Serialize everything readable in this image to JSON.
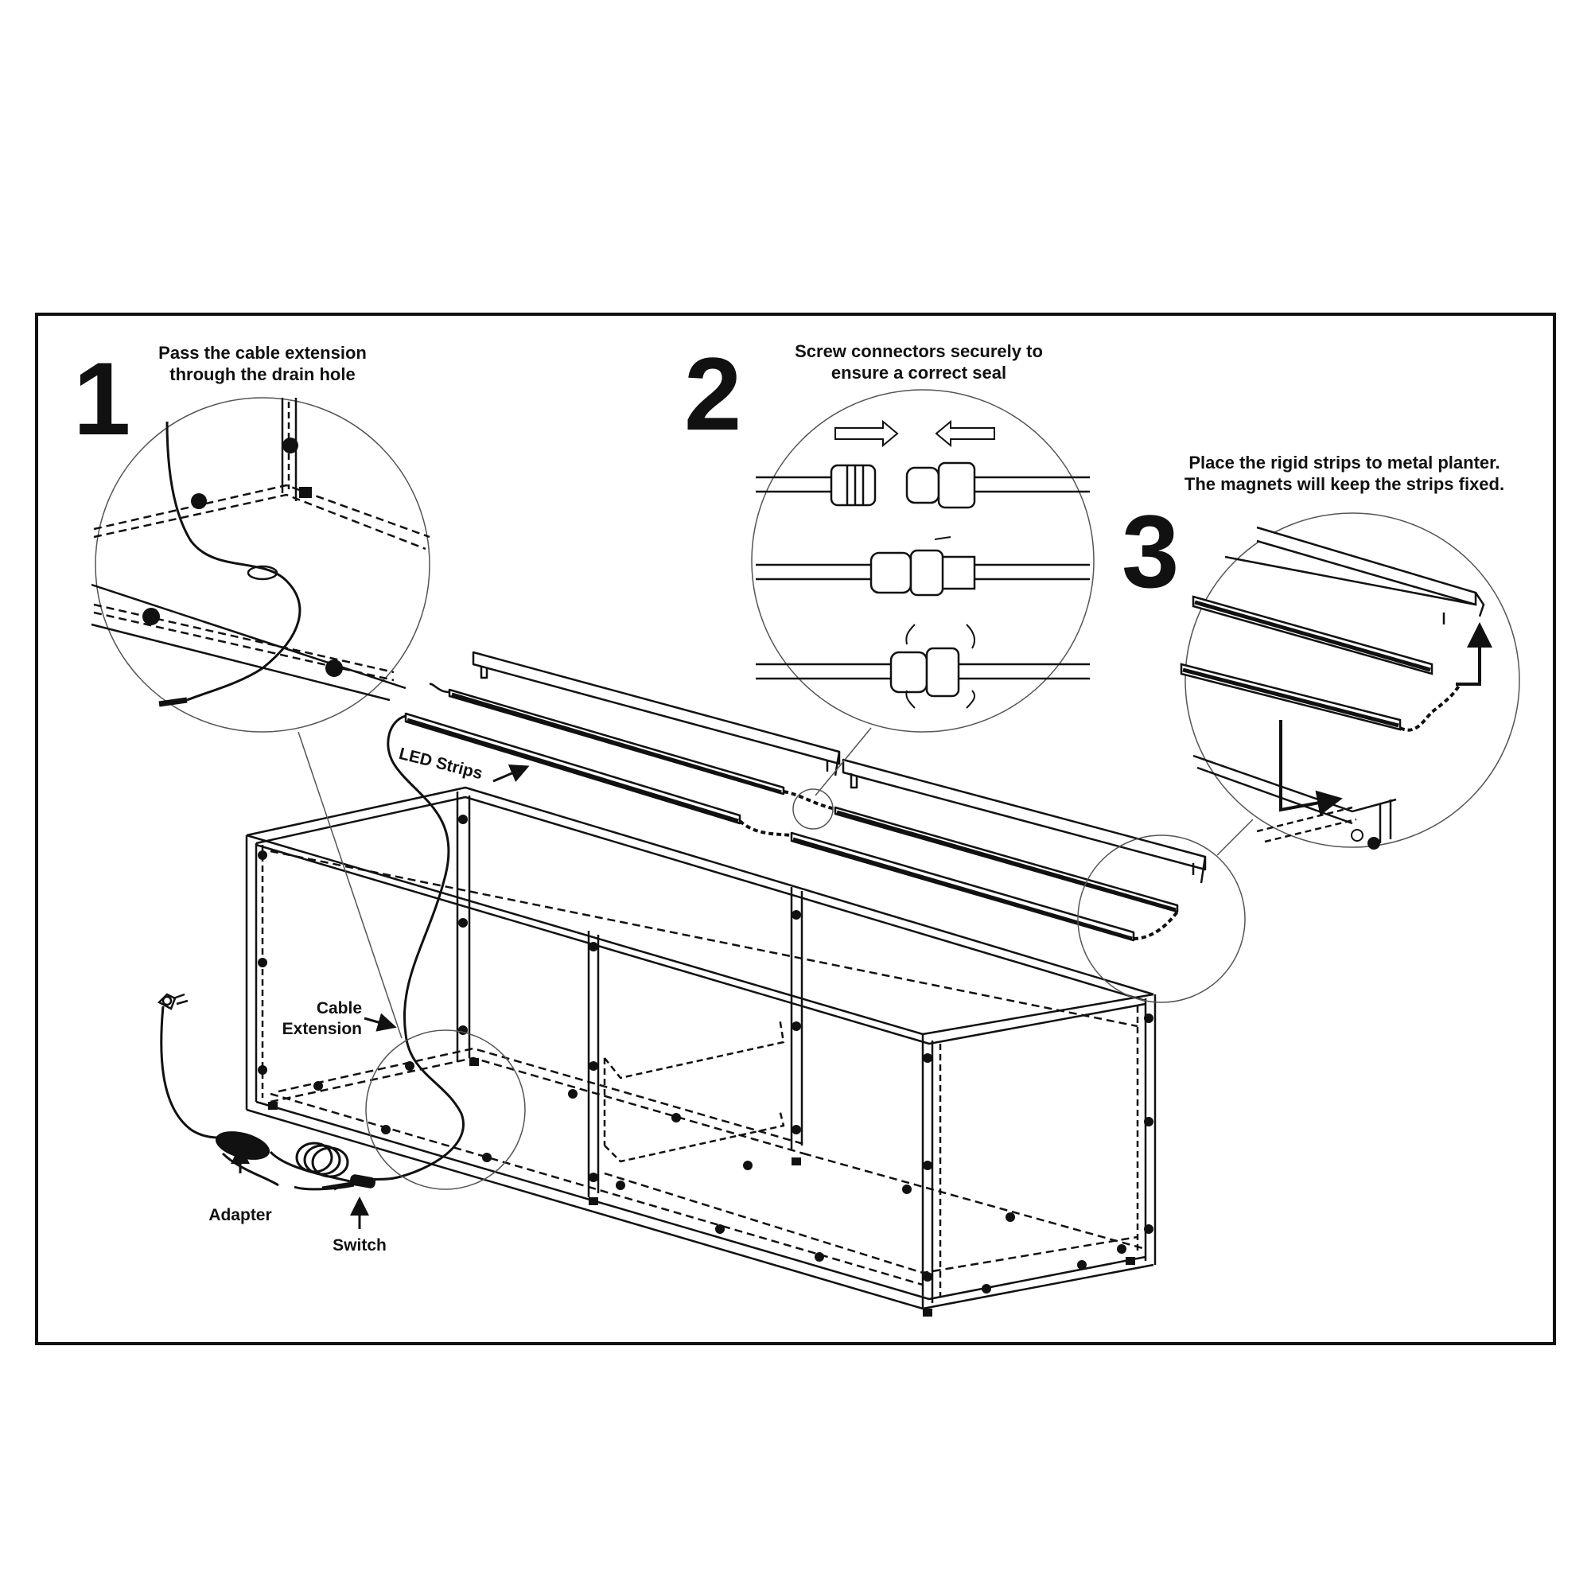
{
  "steps": [
    {
      "number": "1",
      "caption_line1": "Pass the cable extension",
      "caption_line2": "through the drain hole"
    },
    {
      "number": "2",
      "caption_line1": "Screw connectors securely to",
      "caption_line2": "ensure a correct seal"
    },
    {
      "number": "3",
      "caption_line1": "Place the rigid strips to metal planter.",
      "caption_line2": "The magnets will keep the strips fixed."
    }
  ],
  "labels": {
    "led_strips": "LED Strips",
    "cable_extension_line1": "Cable",
    "cable_extension_line2": "Extension",
    "adapter": "Adapter",
    "switch": "Switch"
  },
  "colors": {
    "ink": "#111111",
    "background": "#ffffff"
  }
}
